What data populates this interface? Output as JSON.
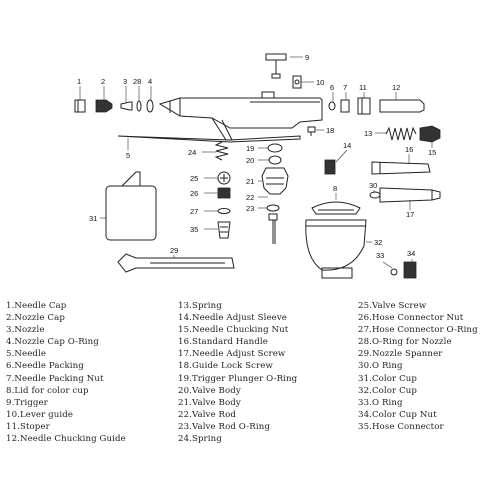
{
  "callouts": [
    "1",
    "2",
    "3",
    "28",
    "4",
    "5",
    "6",
    "7",
    "8",
    "9",
    "10",
    "11",
    "12",
    "13",
    "14",
    "15",
    "16",
    "17",
    "18",
    "19",
    "20",
    "21",
    "22",
    "23",
    "24",
    "25",
    "26",
    "27",
    "29",
    "30",
    "31",
    "32",
    "33",
    "34",
    "35"
  ],
  "legend": {
    "col1": [
      "1.Needle Cap",
      "2.Nozzle Cap",
      "3.Nozzle",
      "4.Nozzle Cap O-Ring",
      "5.Needle",
      "6.Needle Packing",
      "7.Needle Packing Nut",
      "8.Lid for color cup",
      "9.Trigger",
      "10.Lever guide",
      "11.Stoper",
      "12.Needle Chucking Guide"
    ],
    "col2": [
      "13.Spring",
      "14.Needle Adjust Sleeve",
      "15.Needle Chucking Nut",
      "16.Standard Handle",
      "17.Needle Adjust Screw",
      "18.Guide Lock Screw",
      "19.Trigger Plunger O-Ring",
      "20.Valve Body",
      "21.Valve Body",
      "22.Valve Rod",
      "23.Valve Rod O-Ring",
      "24.Spring"
    ],
    "col3": [
      "25.Valve Screw",
      "26.Hose Connector Nut",
      "27.Hose Connector O-Ring",
      "28.O-Ring for Nozzle",
      "29.Nozzle Spanner",
      "30.O Ring",
      "31.Color Cup",
      "32.Color Cup",
      "33.O Ring",
      "34.Color Cup Nut",
      "35.Hose Connector"
    ]
  }
}
